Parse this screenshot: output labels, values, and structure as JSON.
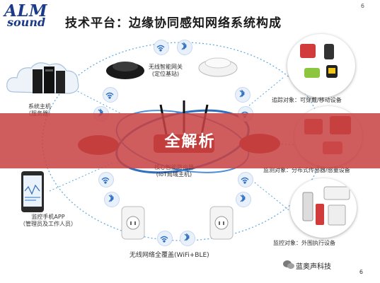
{
  "header": {
    "logo_line1": "ALM",
    "logo_line2": "sound",
    "title": "技术平台：边缘协同感知网络系统构成",
    "page_top": "6"
  },
  "nodes": {
    "system_host": {
      "line1": "系统主机",
      "line2": "（服务器）"
    },
    "gateway": {
      "line1": "无线智能网关",
      "line2": "(定位基站)"
    },
    "core_router": {
      "line1": "核心智能路由器",
      "line2": "(IoT局域主机)"
    },
    "phone": {
      "line1": "监控手机APP",
      "line2": "（管理员及工作人员）"
    },
    "network": {
      "label": "无线网络全覆盖(WiFi+BLE)"
    }
  },
  "objects": {
    "tracking": "追踪对象：可穿戴/移动设备",
    "monitoring": "监测对象：分布式传感器/感量设备",
    "control": "监控对象：外围执行设备"
  },
  "banner": {
    "text": "全解析"
  },
  "footer": {
    "watermark": "蓝奥声科技",
    "page_bottom": "6"
  },
  "colors": {
    "accent": "#1b3a8a",
    "banner": "#c84242",
    "link": "#4a9ad8"
  }
}
